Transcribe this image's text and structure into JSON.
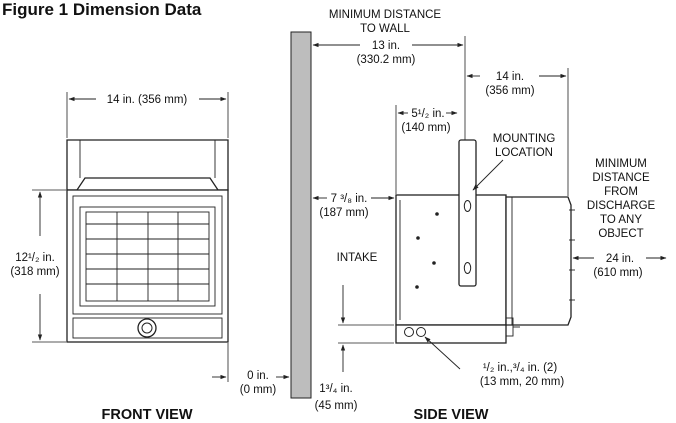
{
  "figure": {
    "title": "Figure 1 Dimension Data",
    "labels": {
      "front_width": "14 in. (356 mm)",
      "front_height_line1": "12¹/₂ in.",
      "front_height_line2": "(318 mm)",
      "zero_line1": "0 in.",
      "zero_line2": "(0 mm)",
      "front_view": "FRONT VIEW",
      "min_wall_line1": "MINIMUM DISTANCE",
      "min_wall_line2": "TO WALL",
      "min_wall_value": "13 in.",
      "min_wall_mm": "(330.2 mm)",
      "side_width": "14 in.",
      "side_width_mm": "(356 mm)",
      "offset_value": "5¹/₂ in.",
      "offset_mm": "(140 mm)",
      "mounting_line1": "MOUNTING",
      "mounting_line2": "LOCATION",
      "wall_offset_value": "7 ³/₈ in.",
      "wall_offset_mm": "(187 mm)",
      "intake": "INTAKE",
      "discharge_line1": "MINIMUM",
      "discharge_line2": "DISTANCE",
      "discharge_line3": "FROM",
      "discharge_line4": "DISCHARGE",
      "discharge_line5": "TO ANY",
      "discharge_line6": "OBJECT",
      "discharge_value": "24 in.",
      "discharge_mm": "(610 mm)",
      "knockout_line1": "¹/₂ in.,³/₄ in. (2)",
      "knockout_line2": "(13 mm, 20 mm)",
      "bottom_value": "1³/₄ in.",
      "bottom_mm": "(45 mm)",
      "side_view": "SIDE VIEW"
    }
  }
}
